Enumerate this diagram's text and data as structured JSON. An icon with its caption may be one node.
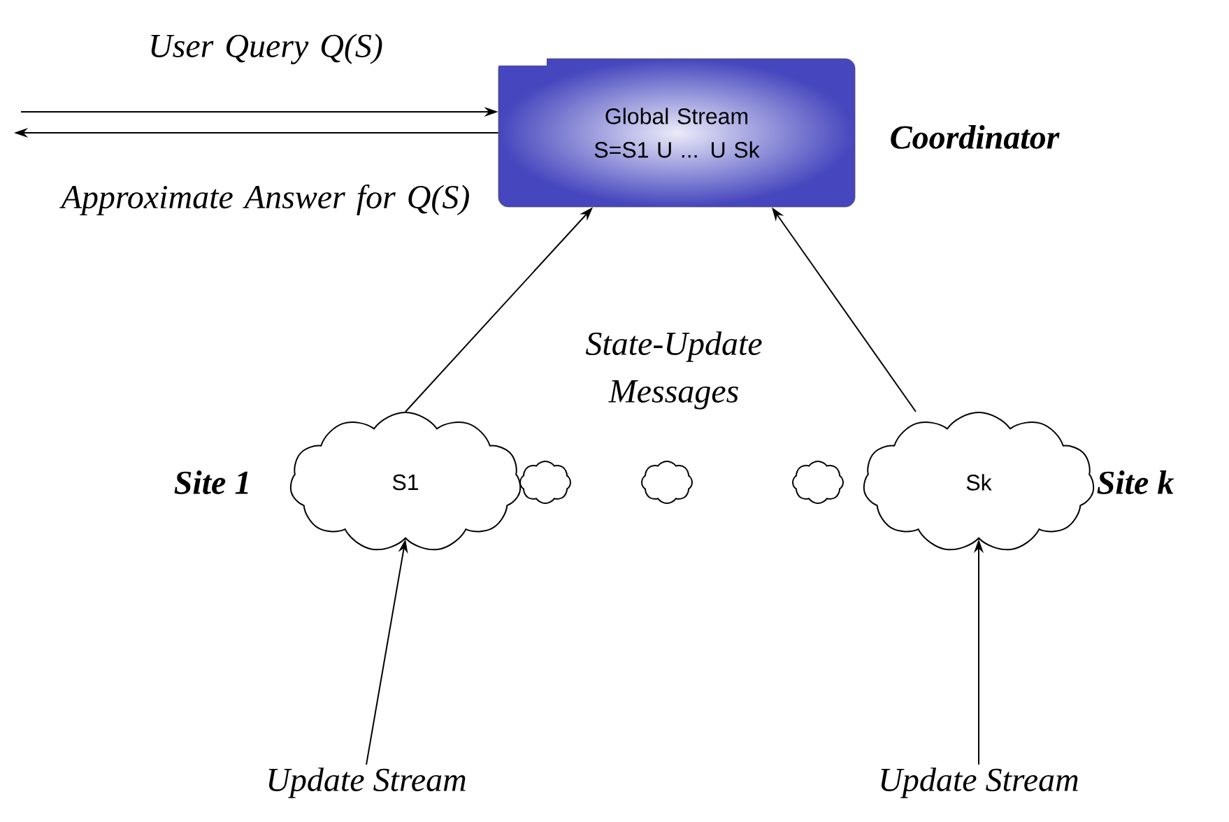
{
  "diagram": {
    "nodes": [
      {
        "text": [
          "Global Stream S=S1 U ... U Sk"
        ],
        "beside": [
          "Coordinator"
        ]
      },
      {
        "text": [
          "S1"
        ],
        "beside": [
          "Site 1"
        ]
      },
      {
        "text": [],
        "shape": "cloud"
      },
      {
        "text": [],
        "shape": "cloud"
      },
      {
        "text": [],
        "shape": "cloud"
      },
      {
        "text": [
          "Sk"
        ],
        "beside": [
          "Site k"
        ]
      },
      {
        "text": [
          "Update Stream"
        ]
      },
      {
        "text": [
          "Update Stream"
        ]
      }
    ],
    "edges": [
      {
        "from": null,
        "to": 0,
        "arrow": "to",
        "label": "User Query Q(S)"
      },
      {
        "from": 0,
        "to": null,
        "arrow": "to",
        "label": "Approximate Answer for Q(S)"
      },
      {
        "from": 1,
        "to": 0,
        "arrow": "to"
      },
      {
        "from": 5,
        "to": 0,
        "arrow": "to"
      },
      {
        "from": 6,
        "to": 1,
        "arrow": "to"
      },
      {
        "from": 7,
        "to": 5,
        "arrow": "to"
      }
    ],
    "labels": [
      "State-Update Messages"
    ]
  }
}
